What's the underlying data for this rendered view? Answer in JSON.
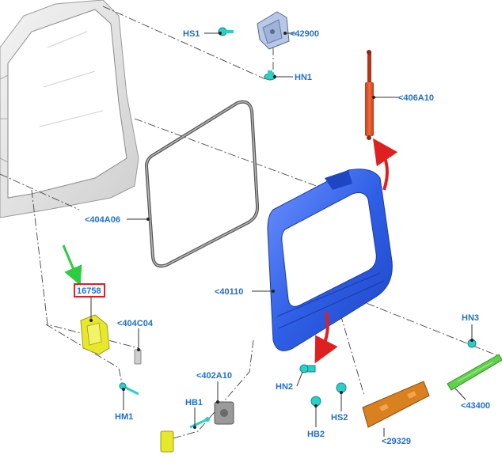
{
  "labels": {
    "hs1": "HS1",
    "p42900": "<42900",
    "hn1": "HN1",
    "p406a10": "<406A10",
    "p404a06": "<404A06",
    "p16758": "16758",
    "p404c04": "<404C04",
    "p40110": "<40110",
    "p402a10": "<402A10",
    "hm1": "HM1",
    "hb1": "HB1",
    "hn2": "HN2",
    "hs2": "HS2",
    "hb2": "HB2",
    "p29329": "<29329",
    "hn3": "HN3",
    "p43400": "<43400"
  },
  "colors": {
    "label": "#1f6fd0",
    "tailgate": "#2f5fe6",
    "gas_strut": "#e8552a",
    "arrow_red": "#e02020",
    "arrow_green": "#2ecc40",
    "highlight_box": "#e02020",
    "bracket_yellow": "#e8e82a",
    "panel_orange": "#d9801f",
    "trim_green": "#5fd24a",
    "fastener_cyan": "#2ad0c8"
  }
}
